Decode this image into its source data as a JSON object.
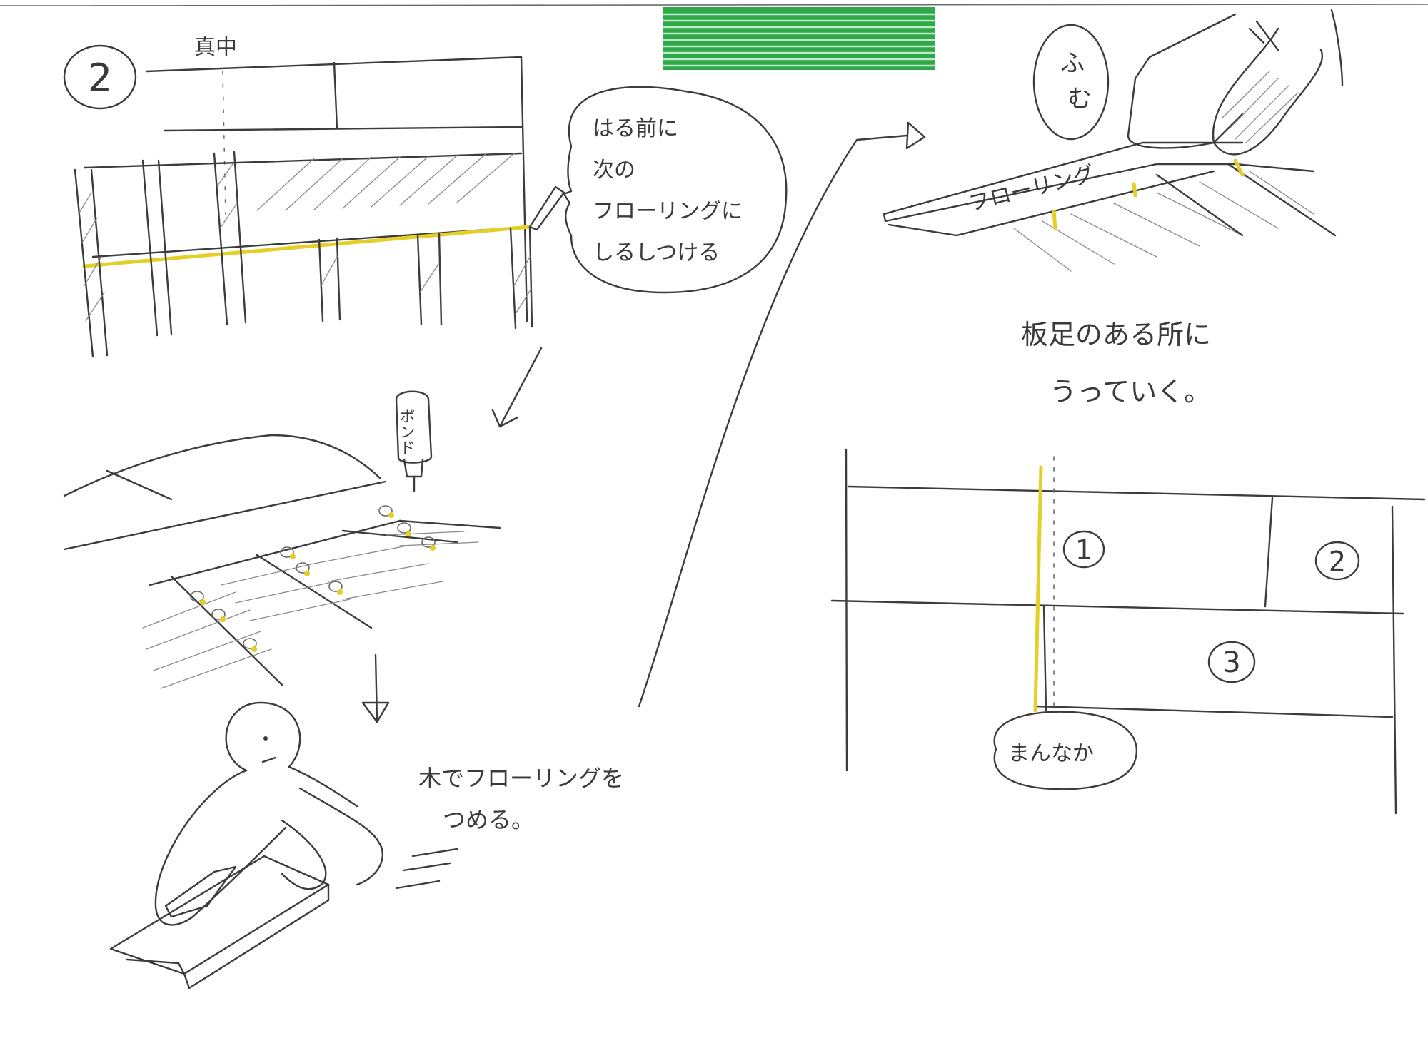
{
  "colors": {
    "pencil": "#3c3c3c",
    "highlight": "#e4cf28",
    "tape": "#2fa84a",
    "paper": "#ffffff"
  },
  "icons": [
    "bond-bottle-icon",
    "person-icon",
    "foot-icon",
    "arrow-icon"
  ],
  "step": {
    "number": "2",
    "center_label": "真中"
  },
  "bubbles": {
    "mark_before": [
      "はる前に",
      "次の",
      "フローリングに",
      "しるしつける"
    ],
    "fumu": [
      "ふ",
      "む"
    ],
    "mannaka": "まんなか"
  },
  "labels": {
    "bond": "ボンド",
    "flooring": "フローリング",
    "nail_note": [
      "板足のある所に",
      "うっていく。"
    ],
    "tap_note": [
      "木でフローリングを",
      "つめる。"
    ]
  },
  "layout_diagram": {
    "pieces": [
      "1",
      "2",
      "3"
    ]
  }
}
